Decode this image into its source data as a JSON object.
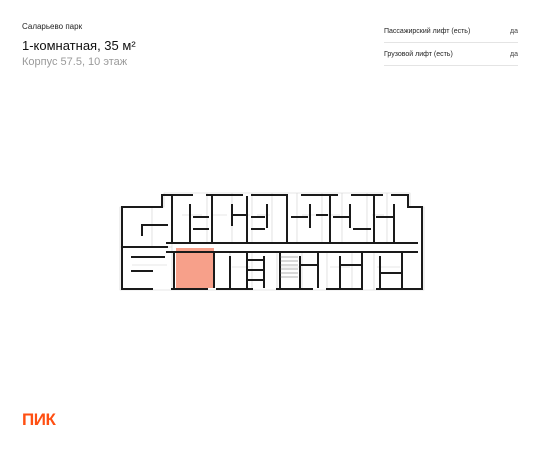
{
  "header": {
    "project": "Саларьево парк",
    "title": "1-комнатная, 35 м²",
    "subtitle": "Корпус 57.5, 10 этаж"
  },
  "features": [
    {
      "label": "Пассажирский лифт (есть)",
      "value": "да"
    },
    {
      "label": "Грузовой лифт (есть)",
      "value": "да"
    }
  ],
  "plan": {
    "highlight_color": "#f7a08a",
    "wall_color": "#1a1a1a"
  },
  "logo": {
    "text": "ПИК",
    "color": "#ff4f12"
  }
}
